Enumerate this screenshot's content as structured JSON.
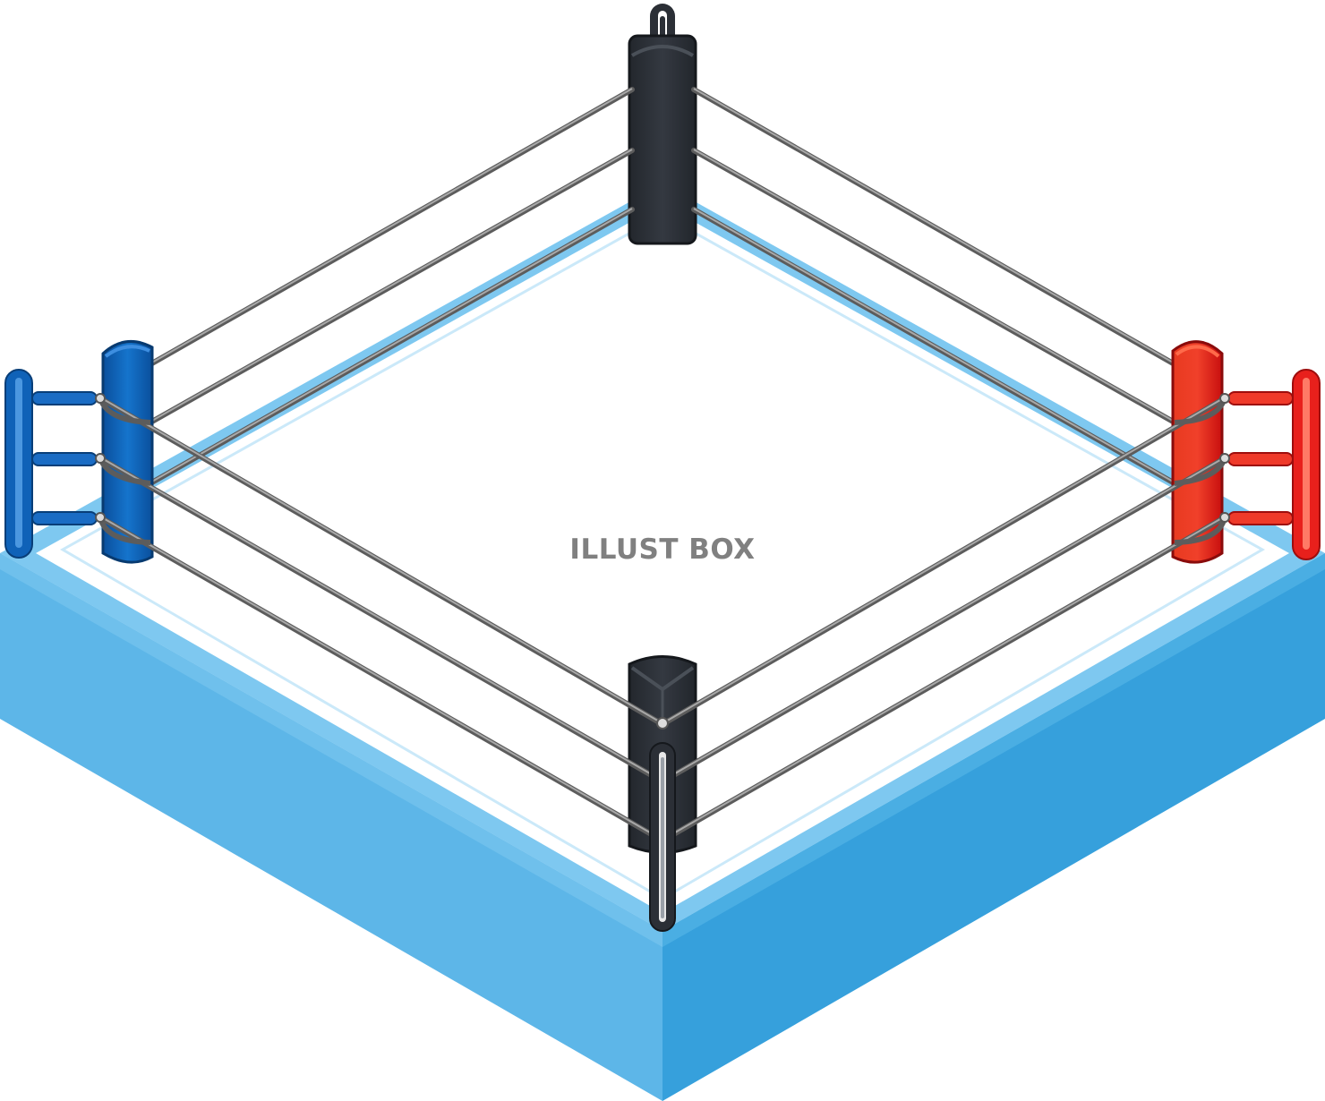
{
  "watermark": {
    "text": "ILLUST BOX"
  },
  "colors": {
    "apron_left": "#5db6e8",
    "apron_right": "#36a0dc",
    "apron_front_edge": "#8cd0f4",
    "canvas_border": "#7ec8f0",
    "canvas": "#ffffff",
    "rope": "#7a7a7a",
    "post_black": "#2b2f36",
    "post_blue": "#0f62b8",
    "post_red": "#e8201c"
  },
  "corners": [
    {
      "name": "back",
      "color": "black"
    },
    {
      "name": "left",
      "color": "blue"
    },
    {
      "name": "right",
      "color": "red"
    },
    {
      "name": "front",
      "color": "black"
    }
  ],
  "ropes_per_side": 3
}
